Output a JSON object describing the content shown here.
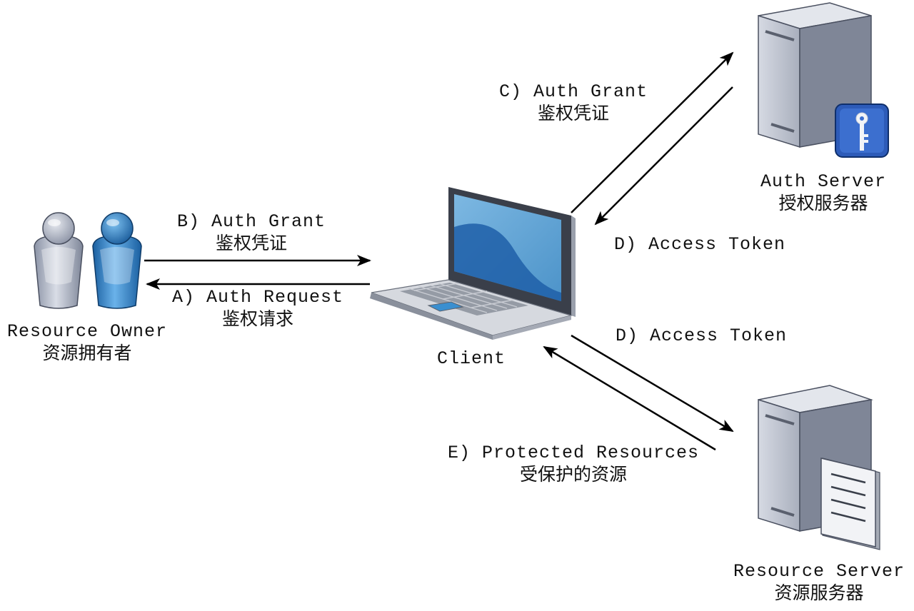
{
  "actors": {
    "resource_owner": {
      "label_en": "Resource Owner",
      "label_cn": "资源拥有者"
    },
    "client": {
      "label_en": "Client"
    },
    "auth_server": {
      "label_en": "Auth Server",
      "label_cn": "授权服务器"
    },
    "resource_server": {
      "label_en": "Resource Server",
      "label_cn": "资源服务器"
    }
  },
  "flows": {
    "a": {
      "label_en": "A) Auth Request",
      "label_cn": "鉴权请求"
    },
    "b": {
      "label_en": "B) Auth Grant",
      "label_cn": "鉴权凭证"
    },
    "c": {
      "label_en": "C) Auth Grant",
      "label_cn": "鉴权凭证"
    },
    "d_auth": {
      "label_en": "D) Access Token"
    },
    "d_res": {
      "label_en": "D) Access Token"
    },
    "e": {
      "label_en": "E) Protected Resources",
      "label_cn": "受保护的资源"
    }
  },
  "colors": {
    "arrow": "#000000",
    "person_grey": "#a6adbd",
    "person_blue": "#2a7fc8",
    "screen_blue": "#5ea3d6",
    "key_badge": "#2d5bb8",
    "server_grey": "#b7bcc8"
  },
  "icons": [
    "user-grey-icon",
    "user-blue-icon",
    "laptop-icon",
    "server-key-icon",
    "server-document-icon"
  ]
}
